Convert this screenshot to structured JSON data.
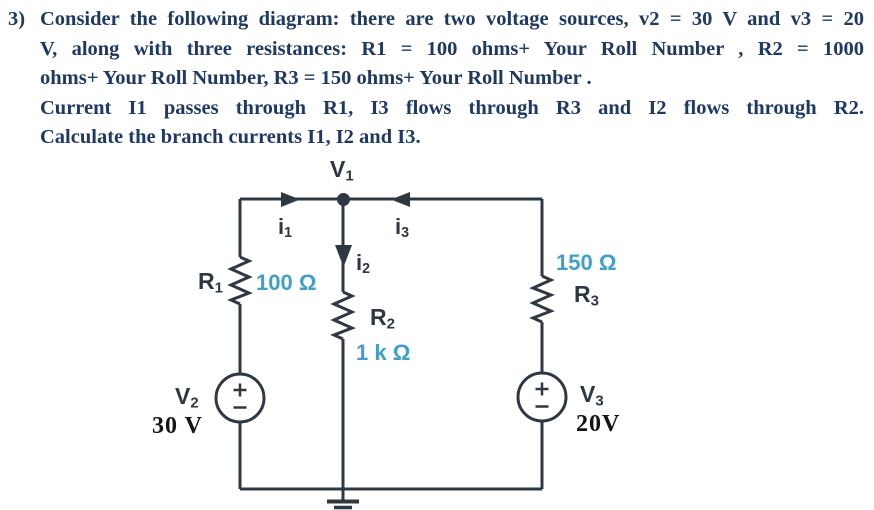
{
  "problem": {
    "number": "3)",
    "lines": [
      "Consider the following diagram: there are two voltage sources, v2 = 30 V and v3 = 20",
      "V, along with three resistances: R1 = 100 ohms+ Your Roll Number , R2 = 1000",
      "ohms+ Your Roll Number, R3 = 150 ohms+ Your Roll Number .",
      "Current I1 passes through R1, I3 flows through R3 and I2 flows through R2.",
      "Calculate the branch currents I1, I2 and I3."
    ]
  },
  "circuit": {
    "node": {
      "base": "V",
      "sub": "1"
    },
    "currents": {
      "i1": {
        "base": "i",
        "sub": "1"
      },
      "i2": {
        "base": "i",
        "sub": "2"
      },
      "i3": {
        "base": "i",
        "sub": "3"
      }
    },
    "resistors": {
      "r1": {
        "name": {
          "base": "R",
          "sub": "1"
        },
        "value": "100 Ω"
      },
      "r2": {
        "name": {
          "base": "R",
          "sub": "2"
        },
        "value": "1 k Ω"
      },
      "r3": {
        "name": {
          "base": "R",
          "sub": "3"
        },
        "value": "150 Ω"
      }
    },
    "sources": {
      "v2": {
        "name": {
          "base": "V",
          "sub": "2"
        },
        "value": "30 V"
      },
      "v3": {
        "name": {
          "base": "V",
          "sub": "3"
        },
        "value": "20V"
      }
    }
  },
  "colors": {
    "problem_text": "#1f3864",
    "wire": "#2d3843",
    "resistor_value_blue": "#41a0c8",
    "source_value_black": "#141414"
  }
}
